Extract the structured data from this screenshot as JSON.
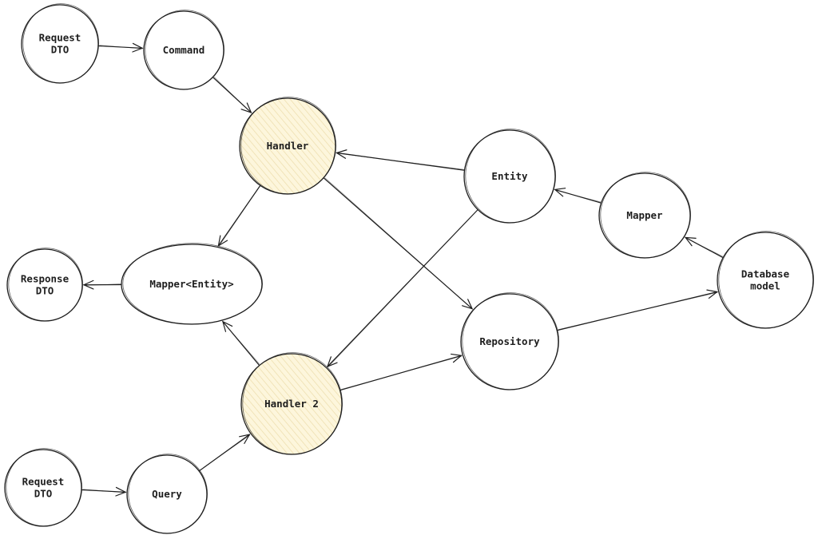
{
  "diagram": {
    "colors": {
      "stroke": "#1e1e1e",
      "node_fill": "#ffffff",
      "highlight_fill": "#fdf6dc",
      "hatch": "#ecdcaa"
    },
    "nodes": [
      {
        "id": "request-dto-top",
        "lines": [
          "Request",
          "DTO"
        ],
        "highlight": false
      },
      {
        "id": "command",
        "lines": [
          "Command"
        ],
        "highlight": false
      },
      {
        "id": "handler",
        "lines": [
          "Handler"
        ],
        "highlight": true
      },
      {
        "id": "entity",
        "lines": [
          "Entity"
        ],
        "highlight": false
      },
      {
        "id": "mapper",
        "lines": [
          "Mapper"
        ],
        "highlight": false
      },
      {
        "id": "database-model",
        "lines": [
          "Database",
          "model"
        ],
        "highlight": false
      },
      {
        "id": "response-dto",
        "lines": [
          "Response",
          "DTO"
        ],
        "highlight": false
      },
      {
        "id": "mapper-entity",
        "lines": [
          "Mapper<Entity>"
        ],
        "highlight": false
      },
      {
        "id": "repository",
        "lines": [
          "Repository"
        ],
        "highlight": false
      },
      {
        "id": "handler-2",
        "lines": [
          "Handler 2"
        ],
        "highlight": true
      },
      {
        "id": "request-dto-bottom",
        "lines": [
          "Request",
          "DTO"
        ],
        "highlight": false
      },
      {
        "id": "query",
        "lines": [
          "Query"
        ],
        "highlight": false
      }
    ],
    "edges": [
      {
        "from": "request-dto-top",
        "to": "command"
      },
      {
        "from": "command",
        "to": "handler"
      },
      {
        "from": "entity",
        "to": "handler"
      },
      {
        "from": "handler",
        "to": "repository"
      },
      {
        "from": "handler",
        "to": "mapper-entity"
      },
      {
        "from": "mapper",
        "to": "entity"
      },
      {
        "from": "database-model",
        "to": "mapper"
      },
      {
        "from": "repository",
        "to": "database-model"
      },
      {
        "from": "mapper-entity",
        "to": "response-dto"
      },
      {
        "from": "handler-2",
        "to": "mapper-entity"
      },
      {
        "from": "entity",
        "to": "handler-2"
      },
      {
        "from": "handler-2",
        "to": "repository"
      },
      {
        "from": "request-dto-bottom",
        "to": "query"
      },
      {
        "from": "query",
        "to": "handler-2"
      }
    ]
  }
}
